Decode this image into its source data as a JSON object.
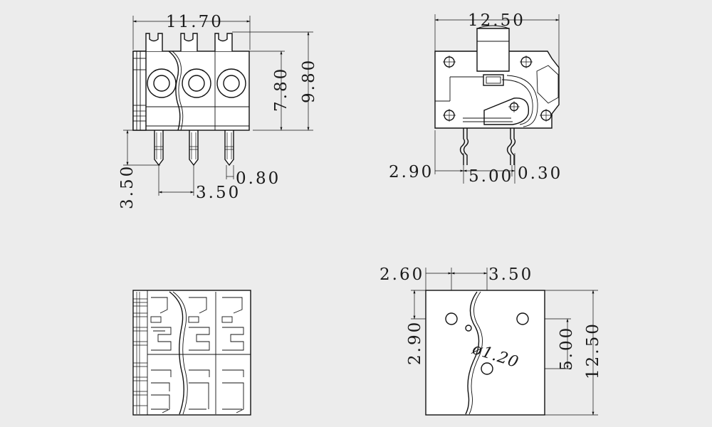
{
  "front_view": {
    "width": "11.70",
    "body_height": "7.80",
    "total_height": "9.80",
    "pin_length": "3.50",
    "pin_pitch": "3.50",
    "pin_width": "0.80"
  },
  "side_view": {
    "depth": "12.50",
    "pin_offset": "2.90",
    "pin_spacing": "5.00",
    "pin_thickness": "0.30"
  },
  "footprint": {
    "x_offset": "2.60",
    "x_pitch": "3.50",
    "y_offset": "2.90",
    "y_spacing": "5.00",
    "length": "12.50",
    "hole_dia": "ø1.20"
  }
}
